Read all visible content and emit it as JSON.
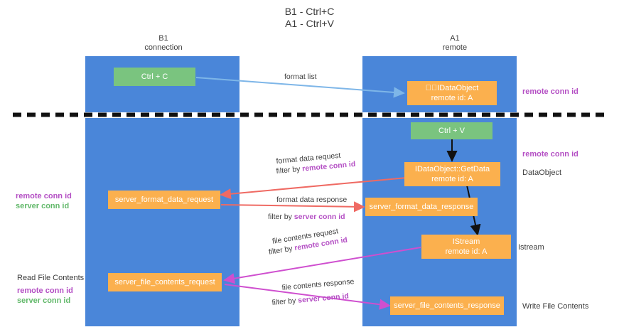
{
  "title": {
    "line1": "B1 - Ctrl+C",
    "line2": "A1 - Ctrl+V"
  },
  "columns": [
    {
      "name": "B1",
      "role": "connection"
    },
    {
      "name": "A1",
      "role": "remote"
    }
  ],
  "colors": {
    "lane": "#4a86d9",
    "green_box": "#7ac47f",
    "orange_box": "#fbb04e",
    "purple_text": "#b44fc4",
    "green_text": "#63b96b",
    "blue_arrow": "#7eb6e8",
    "red_arrow": "#ef6a63",
    "magenta_arrow": "#cf4fcf",
    "black_arrow": "#111111",
    "divider": "#111111"
  },
  "boxes": {
    "ctrl_c": {
      "line1": "Ctrl + C"
    },
    "idataobject": {
      "line1": "IDataObject",
      "line2": "remote id: A"
    },
    "ctrl_v": {
      "line1": "Ctrl + V"
    },
    "getdata": {
      "line1": "IDataObject::GetData",
      "line2": "remote id: A"
    },
    "server_format_data_request": {
      "line1": "server_format_data_request"
    },
    "server_format_data_response": {
      "line1": "server_format_data_response"
    },
    "istream": {
      "line1": "IStream",
      "line2": "remote id: A"
    },
    "server_file_contents_request": {
      "line1": "server_file_contents_request"
    },
    "server_file_contents_response": {
      "line1": "server_file_contents_response"
    }
  },
  "side_notes": {
    "remote_conn_id_top": "remote conn id",
    "remote_conn_id_mid": "remote conn id",
    "dataobject": "DataObject",
    "istream": "Istream",
    "write_file_contents": "Write File Contents",
    "read_file_contents": "Read File Contents",
    "left_remote_conn_id_1": "remote conn id",
    "left_server_conn_id_1": "server conn id",
    "left_remote_conn_id_2": "remote conn id",
    "left_server_conn_id_2": "server conn id"
  },
  "arrow_labels": {
    "format_list": "format list",
    "format_data_request": "format data request",
    "format_data_request_filter_prefix": "filter by ",
    "format_data_request_filter_key": "remote conn id",
    "format_data_response": "format data response",
    "format_data_response_filter_prefix": "filter by ",
    "format_data_response_filter_key": "server conn id",
    "file_contents_request": "file contents request",
    "file_contents_request_filter_prefix": "filter by ",
    "file_contents_request_filter_key": "remote conn id",
    "file_contents_response": "file contents response",
    "file_contents_response_filter_prefix": "filter by ",
    "file_contents_response_filter_key": "server conn id"
  }
}
